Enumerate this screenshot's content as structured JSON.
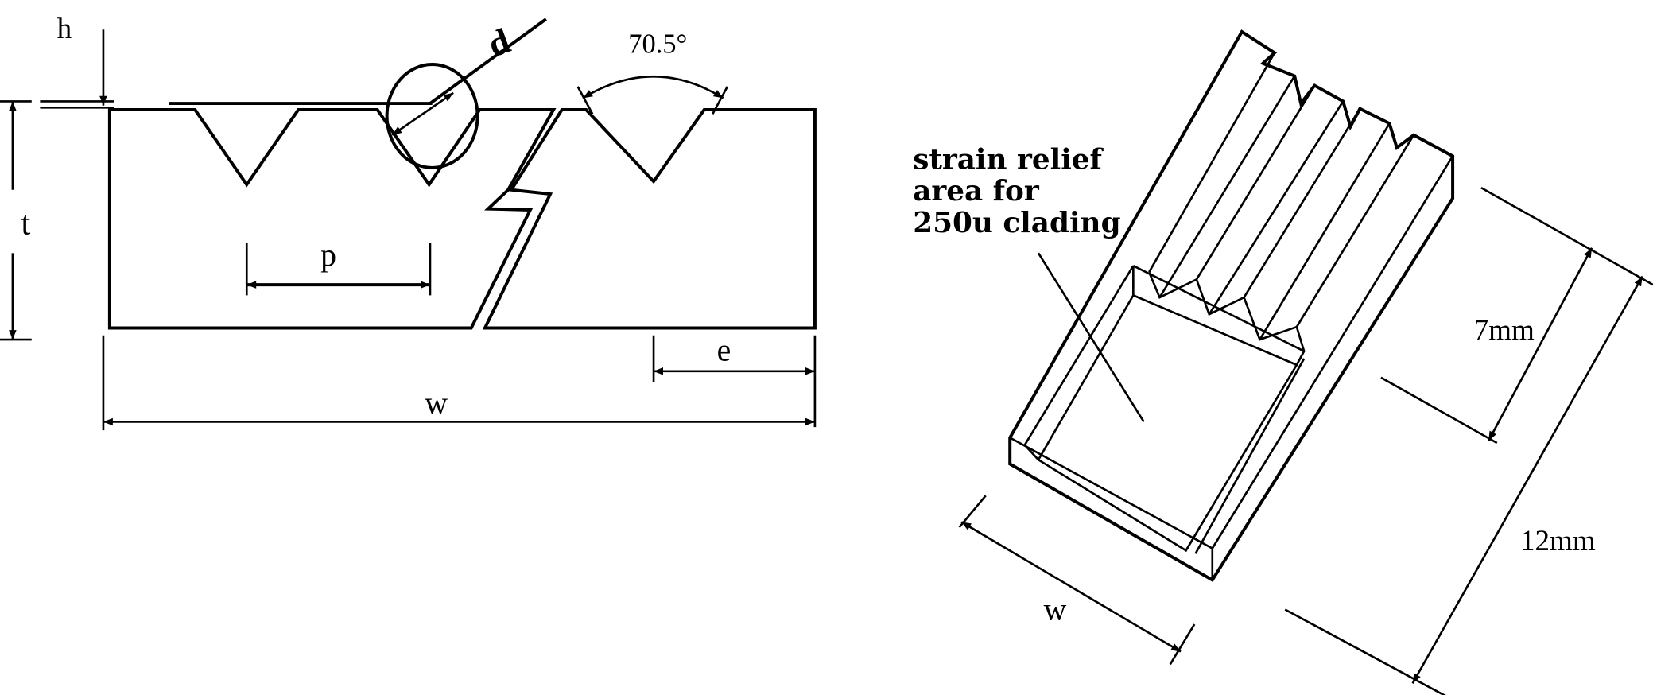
{
  "left_figure": {
    "labels": {
      "h": "h",
      "t": "t",
      "d": "d",
      "angle": "70.5°",
      "p": "p",
      "e": "e",
      "w": "w"
    }
  },
  "right_figure": {
    "annotation": [
      "strain relief",
      "area for",
      "250u clading"
    ],
    "labels": {
      "w": "w",
      "dim_7": "7mm",
      "dim_12": "12mm"
    }
  }
}
